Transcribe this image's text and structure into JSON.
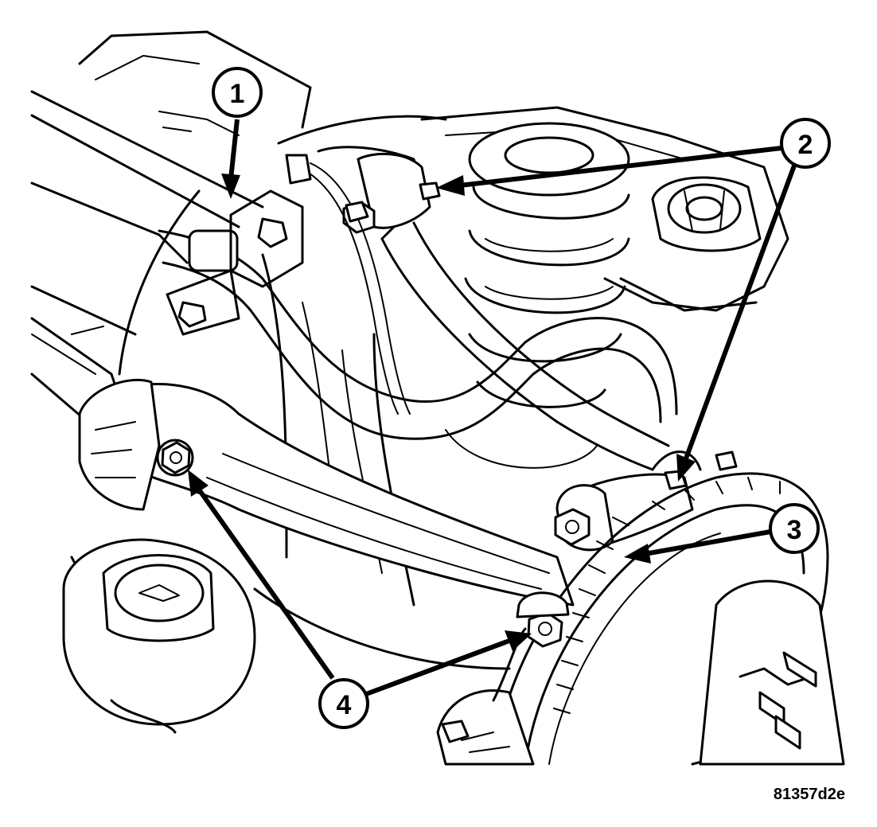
{
  "figure_id": "81357d2e",
  "callouts": [
    {
      "label": "1"
    },
    {
      "label": "2"
    },
    {
      "label": "3"
    },
    {
      "label": "4"
    }
  ]
}
